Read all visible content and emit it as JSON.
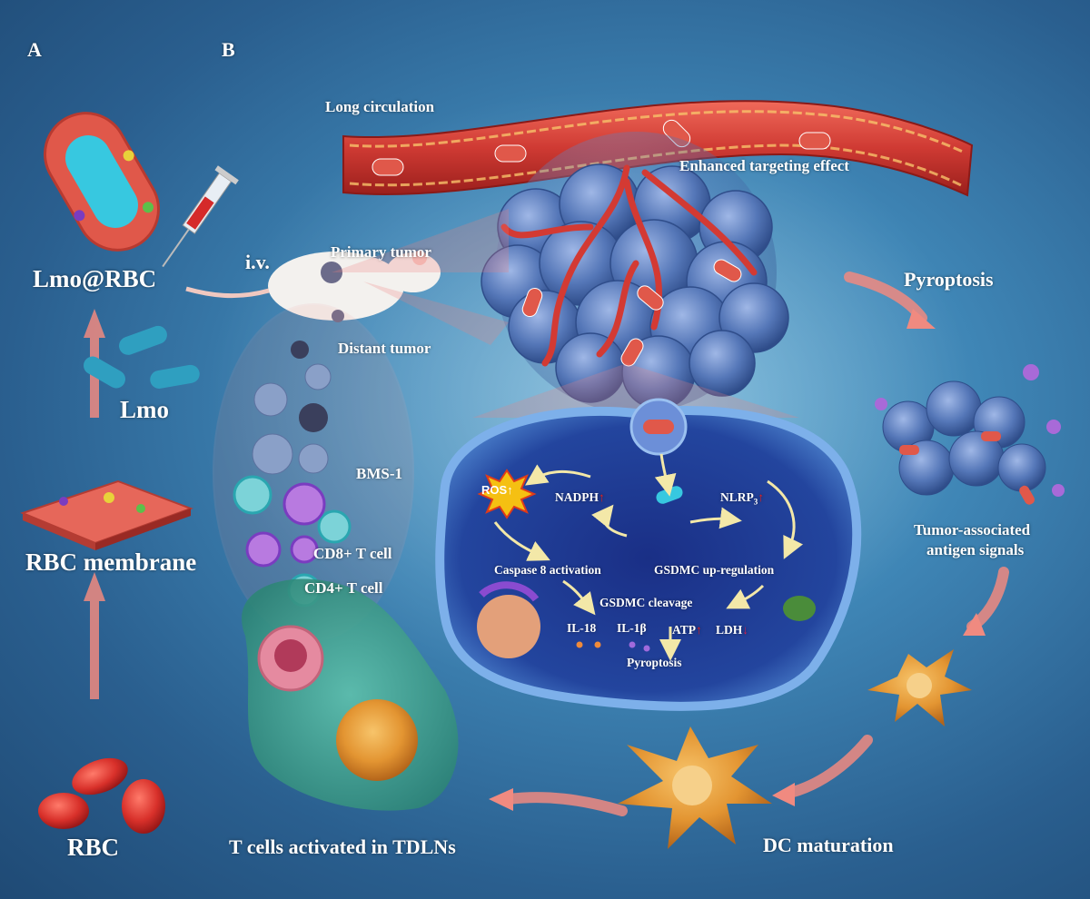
{
  "panels": {
    "a": "A",
    "b": "B"
  },
  "left_column": {
    "lmo_rbc": "Lmo@RBC",
    "lmo": "Lmo",
    "rbc_membrane": "RBC membrane",
    "rbc": "RBC",
    "iv": "i.v."
  },
  "vessel": {
    "long_circulation": "Long circulation",
    "enhanced_targeting": "Enhanced targeting effect"
  },
  "tumor": {
    "primary": "Primary tumor",
    "distant": "Distant tumor",
    "pyroptosis_top": "Pyroptosis",
    "antigen_line1": "Tumor-associated",
    "antigen_line2": "antigen signals"
  },
  "immune": {
    "bms1": "BMS-1",
    "cd8": "CD8+ T cell",
    "cd4": "CD4+ T cell",
    "tdln": "T cells activated in TDLNs",
    "dc_maturation": "DC maturation"
  },
  "cell": {
    "ros": "ROS",
    "ros_arrow": "↑",
    "nadph": "NADPH",
    "nadph_arrow": "↑",
    "nlrp3": "NLRP",
    "nlrp3_sub": "3",
    "nlrp3_arrow": "↑",
    "caspase8": "Caspase 8 activation",
    "gsdmc_up": "GSDMC up-regulation",
    "gsdmc_cleavage": "GSDMC cleavage",
    "il18": "IL-18",
    "il1b": "IL-1β",
    "atp": "ATP",
    "atp_arrow": "↑",
    "ldh": "LDH",
    "ldh_arrow": "↓",
    "pyroptosis": "Pyroptosis"
  },
  "colors": {
    "background": "#3f86b6",
    "vessel": "#d9463f",
    "tumor": "#5578b8",
    "cell_interior": "#1e3f9a",
    "dc": "#e8a23a",
    "lymph_node": "#4aa595",
    "arrow": "#f08a80"
  }
}
